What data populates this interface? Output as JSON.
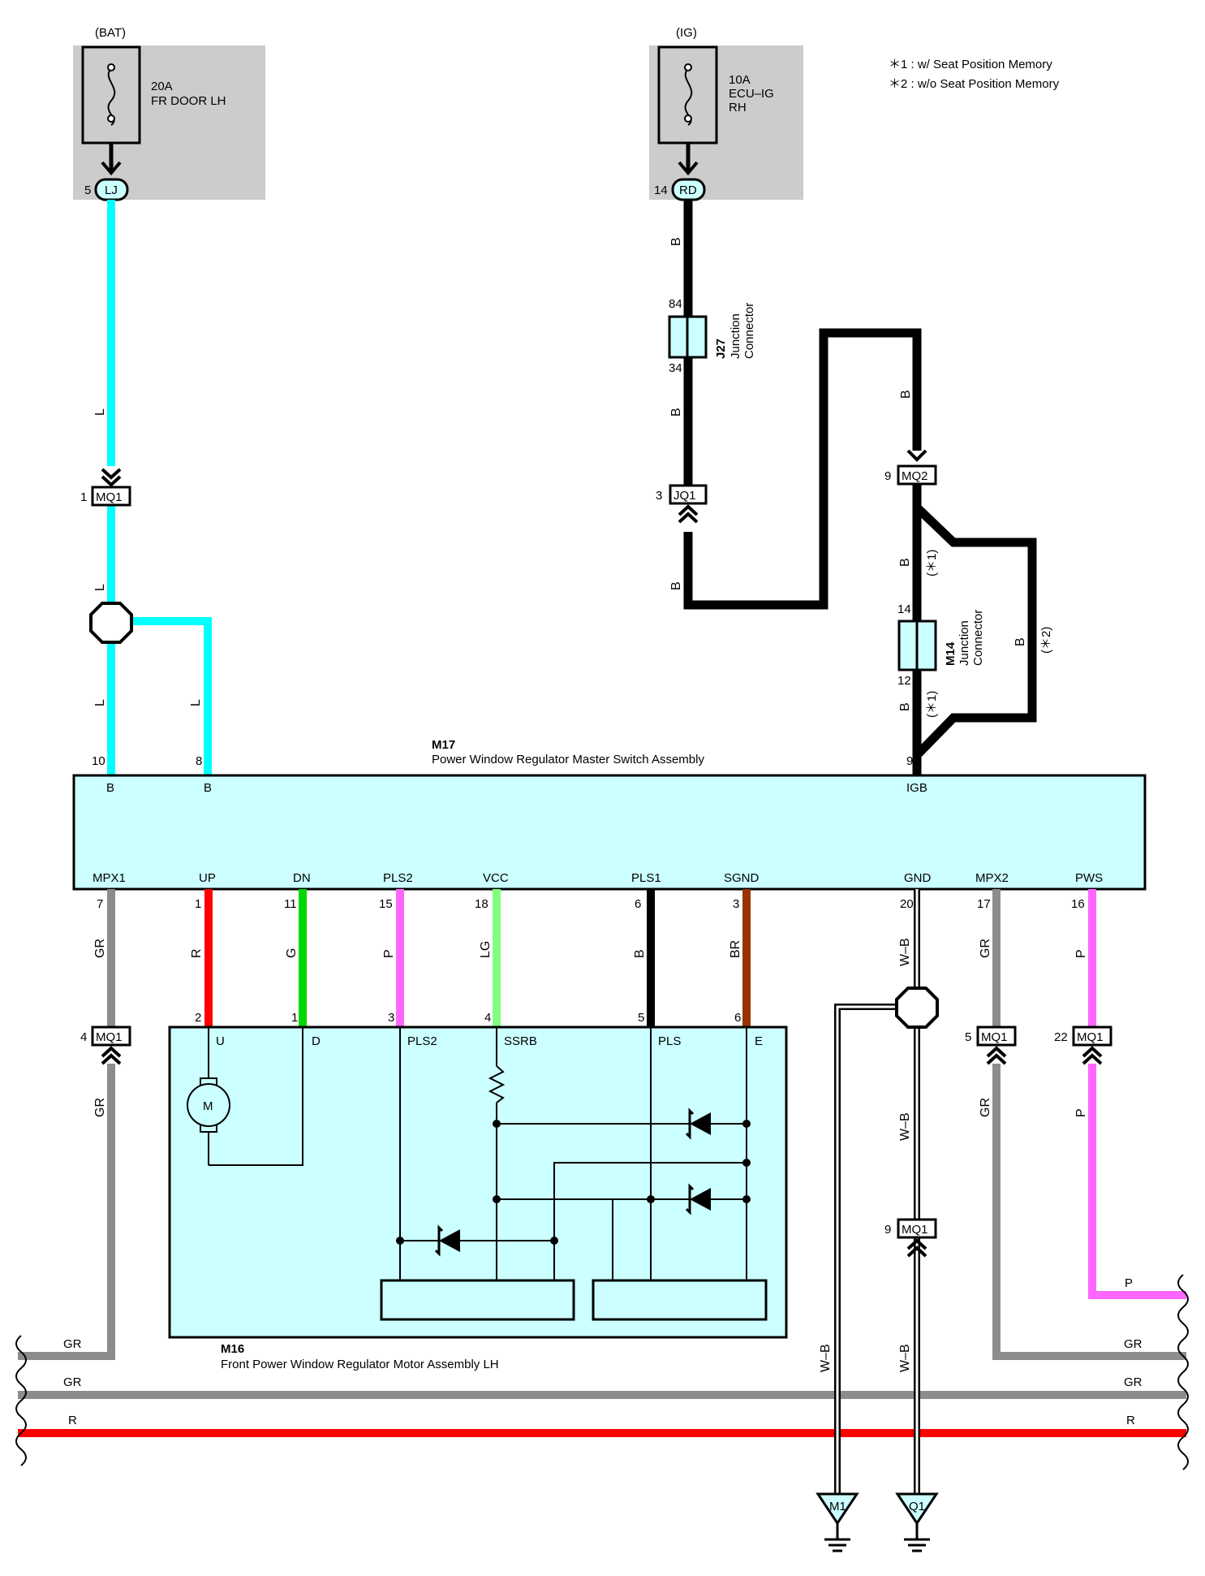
{
  "legend": {
    "note1": "＊1 : w/ Seat Position Memory",
    "note2": "＊2 : w/o Seat Position Memory"
  },
  "fuses": {
    "bat": {
      "supply": "(BAT)",
      "rating": "20A",
      "name": "FR DOOR LH",
      "pin": "5",
      "connector": "LJ"
    },
    "ig": {
      "supply": "(IG)",
      "rating": "10A",
      "name1": "ECU–IG",
      "name2": "RH",
      "pin": "14",
      "connector": "RD"
    }
  },
  "junction_j27": {
    "id": "J27",
    "name1": "Junction",
    "name2": "Connector",
    "pin_top": "84",
    "pin_bottom": "34"
  },
  "junction_m14": {
    "id": "M14",
    "name1": "Junction",
    "name2": "Connector",
    "pin_top": "14",
    "pin_bottom": "12",
    "note1": "(＊1)",
    "note2": "(＊2)"
  },
  "connectors": {
    "mq1_top": {
      "pin": "1",
      "name": "MQ1"
    },
    "jq1": {
      "pin": "3",
      "name": "JQ1"
    },
    "mq2": {
      "pin": "9",
      "name": "MQ2"
    },
    "mq1_mpx1": {
      "pin": "4",
      "name": "MQ1"
    },
    "mq1_mpx2": {
      "pin": "5",
      "name": "MQ1"
    },
    "mq1_pws": {
      "pin": "22",
      "name": "MQ1"
    },
    "mq1_gnd": {
      "pin": "9",
      "name": "MQ1"
    }
  },
  "grounds": {
    "g1": "M1",
    "g2": "Q1"
  },
  "m17": {
    "id": "M17",
    "name": "Power Window Regulator Master Switch Assembly",
    "top_pins": [
      {
        "num": "10",
        "label": "B"
      },
      {
        "num": "8",
        "label": "B"
      },
      {
        "num": "9",
        "label": "IGB"
      }
    ],
    "bottom_pins": [
      {
        "label": "MPX1",
        "num": "7"
      },
      {
        "label": "UP",
        "num": "1"
      },
      {
        "label": "DN",
        "num": "11"
      },
      {
        "label": "PLS2",
        "num": "15"
      },
      {
        "label": "VCC",
        "num": "18"
      },
      {
        "label": "PLS1",
        "num": "6"
      },
      {
        "label": "SGND",
        "num": "3"
      },
      {
        "label": "GND",
        "num": "20"
      },
      {
        "label": "MPX2",
        "num": "17"
      },
      {
        "label": "PWS",
        "num": "16"
      }
    ]
  },
  "m16": {
    "id": "M16",
    "name": "Front Power Window Regulator Motor Assembly LH",
    "motor": "M",
    "pins": [
      {
        "num": "2",
        "label": "U"
      },
      {
        "num": "1",
        "label": "D"
      },
      {
        "num": "3",
        "label": "PLS2"
      },
      {
        "num": "4",
        "label": "SSRB"
      },
      {
        "num": "5",
        "label": "PLS"
      },
      {
        "num": "6",
        "label": "E"
      }
    ]
  },
  "wire_colors": {
    "L": "L",
    "B": "B",
    "GR": "GR",
    "R": "R",
    "G": "G",
    "P": "P",
    "LG": "LG",
    "BR": "BR",
    "WB": "W–B"
  },
  "colors": {
    "L": "#00ffff",
    "B": "#000000",
    "GR": "#8c8c8c",
    "R": "#ff0000",
    "G": "#00d800",
    "P": "#ff66ff",
    "LG": "#80ff80",
    "BR": "#993300",
    "box_fill": "#ccffff",
    "fuse_bg": "#cccccc",
    "connector_fill": "#ccffff"
  }
}
